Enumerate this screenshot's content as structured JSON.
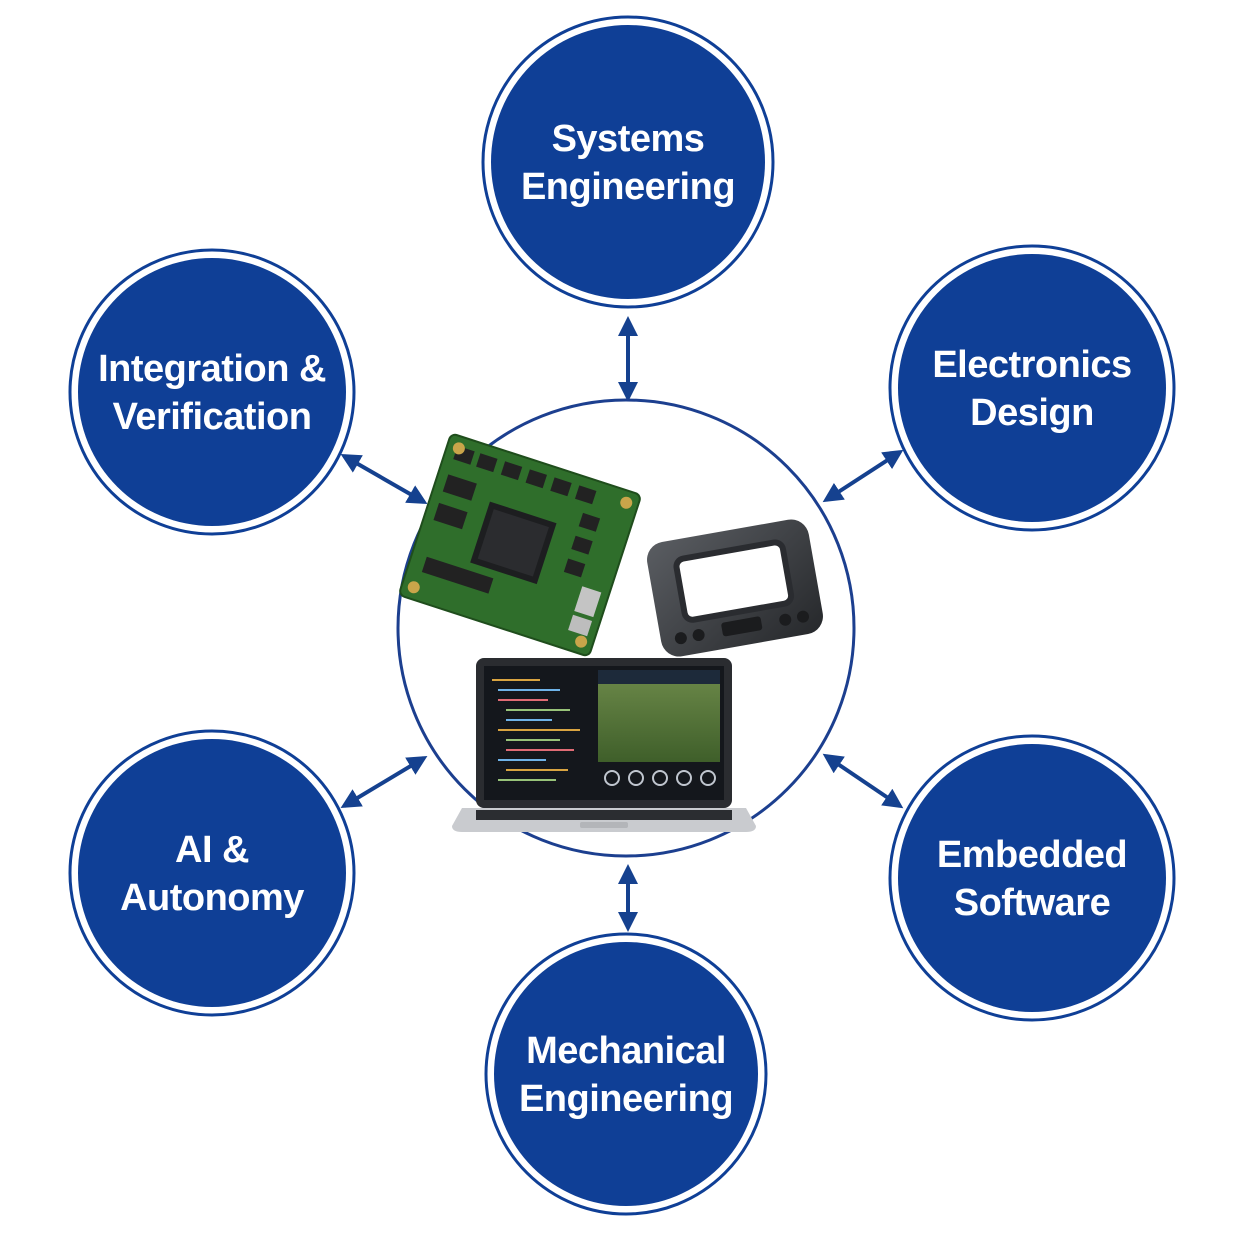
{
  "colors": {
    "circle_fill": "#0f3f96",
    "circle_ring": "#0f3f96",
    "label_text": "#ffffff",
    "arrow": "#15418f",
    "center_ring": "#1c3f8f",
    "pcb_green": "#2f6e2b",
    "enclosure": "#3a3c40",
    "laptop": "#2a2c30"
  },
  "nodes": [
    {
      "id": "systems-engineering",
      "lines": [
        "Systems",
        "Engineering"
      ]
    },
    {
      "id": "electronics-design",
      "lines": [
        "Electronics",
        "Design"
      ]
    },
    {
      "id": "embedded-software",
      "lines": [
        "Embedded",
        "Software"
      ]
    },
    {
      "id": "mechanical-engineering",
      "lines": [
        "Mechanical",
        "Engineering"
      ]
    },
    {
      "id": "ai-autonomy",
      "lines": [
        "AI &",
        "Autonomy"
      ]
    },
    {
      "id": "integration-verification",
      "lines": [
        "Integration &",
        "Verification"
      ]
    }
  ],
  "center": {
    "items": [
      "circuit-board-image",
      "enclosure-image",
      "laptop-image"
    ]
  }
}
